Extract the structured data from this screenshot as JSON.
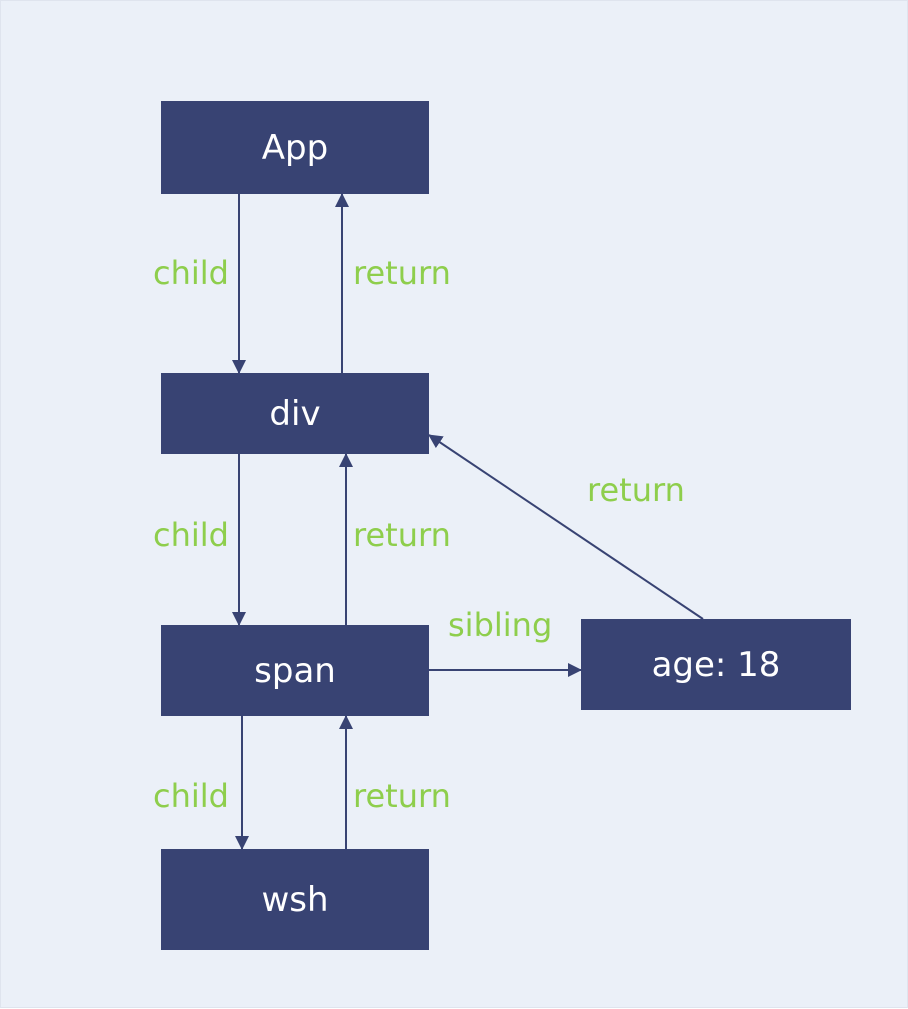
{
  "nodes": {
    "app": "App",
    "div": "div",
    "span": "span",
    "age": "age: 18",
    "wsh": "wsh"
  },
  "labels": {
    "app_div_child": "child",
    "div_app_return": "return",
    "div_span_child": "child",
    "span_div_return": "return",
    "age_div_return": "return",
    "span_age_sibling": "sibling",
    "span_wsh_child": "child",
    "wsh_span_return": "return"
  },
  "colors": {
    "background": "#ebf0f8",
    "node_fill": "#384373",
    "node_text": "#ffffff",
    "edge": "#384373",
    "label": "#8ece4c"
  }
}
